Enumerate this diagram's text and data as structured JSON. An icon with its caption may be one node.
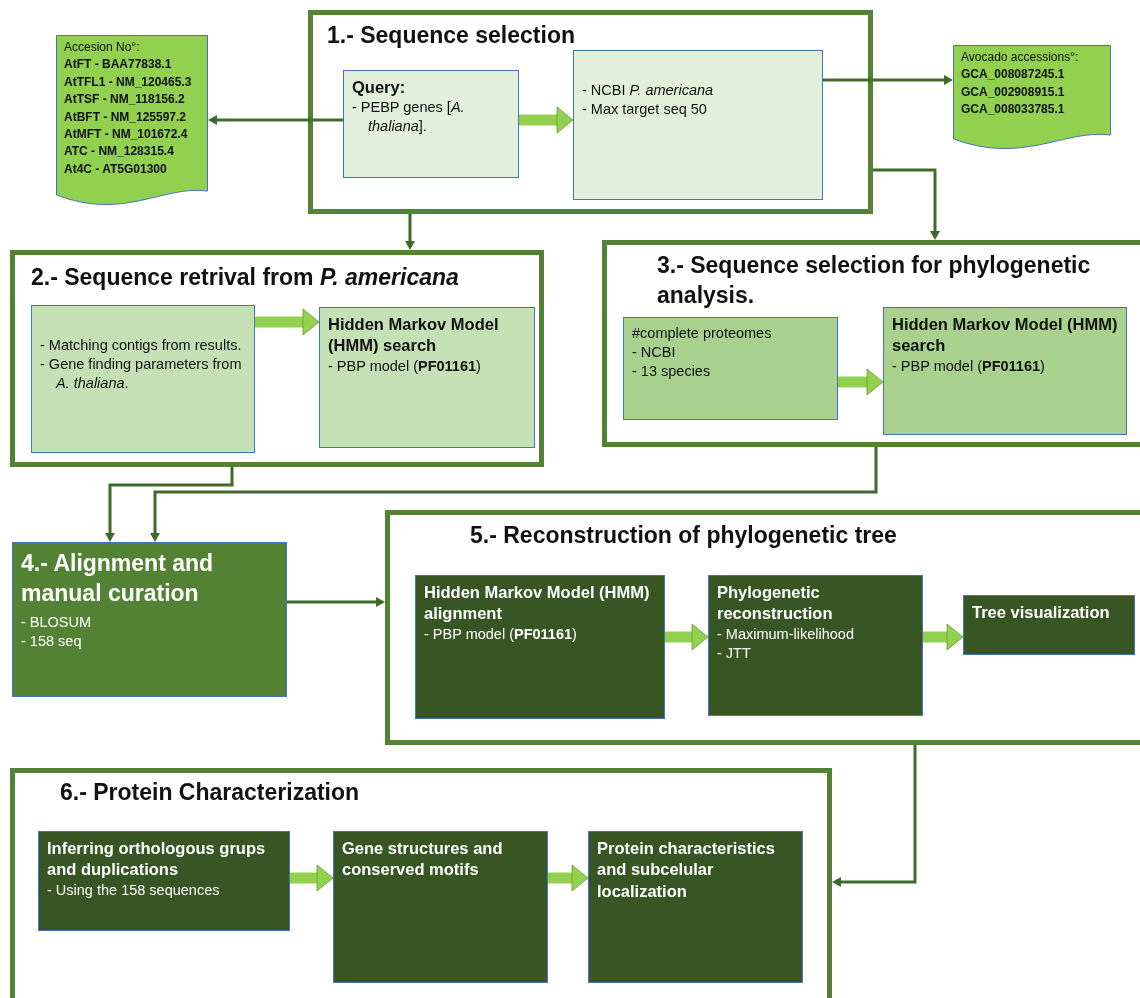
{
  "diagram": {
    "nodes": [
      {
        "text": [
          "Accesion No°:",
          "AtFT - BAA77838.1",
          "AtTFL1 - NM_120465.3",
          "AtTSF - NM_118156.2",
          "AtBFT - NM_125597.2",
          "AtMFT - NM_101672.4",
          "ATC - NM_128315.4",
          "At4C - AT5G01300"
        ]
      },
      {
        "text": [
          "1.- Sequence selection"
        ]
      },
      {
        "text": [
          "Query:",
          "- PEBP genes [*A. thaliana*]."
        ],
        "in": 1
      },
      {
        "text": [
          "- NCBI *P. americana*",
          "- Max target seq 50"
        ],
        "in": 1
      },
      {
        "text": [
          "Avocado accessions°:",
          "GCA_008087245.1",
          "GCA_002908915.1",
          "GCA_008033785.1"
        ]
      },
      {
        "text": [
          "2.- Sequence retrival from *P. americana*"
        ]
      },
      {
        "text": [
          "- Matching contigs from results.",
          "- Gene finding parameters from *A. thaliana*."
        ],
        "in": 5
      },
      {
        "text": [
          "Hidden Markov Model (HMM) search",
          "- PBP model (**PF01161**)"
        ],
        "in": 5
      },
      {
        "text": [
          "3.- Sequence selection for phylogenetic analysis."
        ]
      },
      {
        "text": [
          "#complete proteomes",
          "- NCBI",
          "- 13 species"
        ],
        "in": 8
      },
      {
        "text": [
          "Hidden Markov Model (HMM) search",
          "- PBP model (**PF01161**)"
        ],
        "in": 8
      },
      {
        "text": [
          "4.- Alignment and manual curation",
          "- BLOSUM",
          "- 158 seq"
        ]
      },
      {
        "text": [
          "5.- Reconstruction of phylogenetic tree"
        ]
      },
      {
        "text": [
          "Hidden Markov Model (HMM) alignment",
          "- PBP model (**PF01161**)"
        ],
        "in": 12
      },
      {
        "text": [
          "Phylogenetic reconstruction",
          "- Maximum-likelihood",
          "- JTT"
        ],
        "in": 12
      },
      {
        "text": [
          "Tree visualization"
        ],
        "in": 12
      },
      {
        "text": [
          "6.- Protein Characterization"
        ]
      },
      {
        "text": [
          "Inferring orthologous grups and duplications",
          "- Using the 158 sequences"
        ],
        "in": 16
      },
      {
        "text": [
          "Gene structures and conserved motifs"
        ],
        "in": 16
      },
      {
        "text": [
          "Protein characteristics and subcelular localization"
        ],
        "in": 16
      }
    ],
    "edges": [
      {
        "from": 2,
        "to": 0,
        "arrow": "to"
      },
      {
        "from": 3,
        "to": 4,
        "arrow": "to"
      },
      {
        "from": 1,
        "to": 5,
        "arrow": "to"
      },
      {
        "from": 1,
        "to": 8,
        "arrow": "to"
      },
      {
        "from": 5,
        "to": 11,
        "arrow": "to"
      },
      {
        "from": 8,
        "to": 11,
        "arrow": "to"
      },
      {
        "from": 11,
        "to": 12,
        "arrow": "to"
      },
      {
        "from": 12,
        "to": 16,
        "arrow": "to"
      },
      {
        "from": 2,
        "to": 3,
        "arrow": "to",
        "style": "thick",
        "color": "#92d050"
      },
      {
        "from": 6,
        "to": 7,
        "arrow": "to",
        "style": "thick",
        "color": "#92d050"
      },
      {
        "from": 9,
        "to": 10,
        "arrow": "to",
        "style": "thick",
        "color": "#92d050"
      },
      {
        "from": 13,
        "to": 14,
        "arrow": "to",
        "style": "thick",
        "color": "#92d050"
      },
      {
        "from": 14,
        "to": 15,
        "arrow": "to",
        "style": "thick",
        "color": "#92d050"
      },
      {
        "from": 17,
        "to": 18,
        "arrow": "to",
        "style": "thick",
        "color": "#92d050"
      },
      {
        "from": 18,
        "to": 19,
        "arrow": "to",
        "style": "thick",
        "color": "#92d050"
      }
    ]
  }
}
